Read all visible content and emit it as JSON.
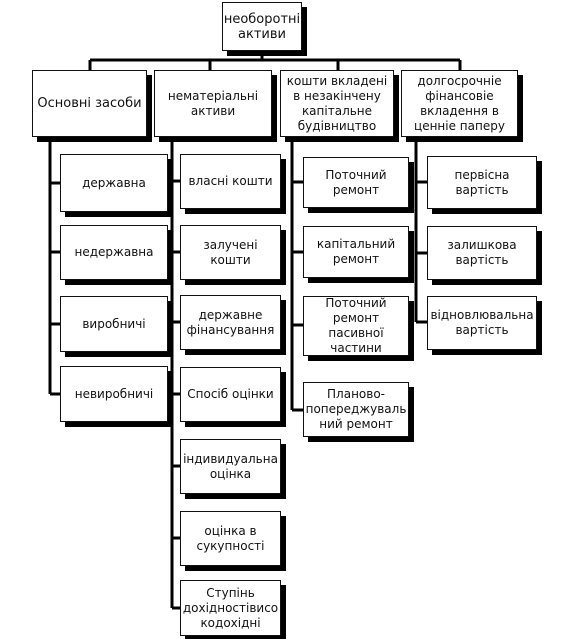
{
  "root": {
    "label": "необоротні\nактиви"
  },
  "columns": [
    {
      "id": "fixed-assets",
      "label": "Основні засоби",
      "items": [
        "державна",
        "недержавна",
        "виробничі",
        "невиробничі"
      ]
    },
    {
      "id": "intangible-assets",
      "label": "нематеріальні\nактиви",
      "items": [
        "власні кошти",
        "залучені кошти",
        "державне\nфінансування",
        "Спосіб оцінки",
        "індивидуальна\nоцінка",
        "оцінка в\nсукупності",
        "Ступінь\nдохідностівисо\nкодохідні"
      ]
    },
    {
      "id": "construction-investments",
      "label": "кошти вкладені\nв незакінчену\nкапітальне\nбудівництво",
      "items": [
        "Поточний\nремонт",
        "капітальний\nремонт",
        "Поточний\nремонт\nпасивної\nчастини",
        "Планово-\nпопереджуваль\nний ремонт"
      ]
    },
    {
      "id": "long-term-investments",
      "label": "долгосрочніе\nфінансовіе\nвкладення в\nценніе паперу",
      "items": [
        "первісна\nвартість",
        "залишкова\nвартість",
        "відновлювальна\nвартість"
      ]
    }
  ]
}
